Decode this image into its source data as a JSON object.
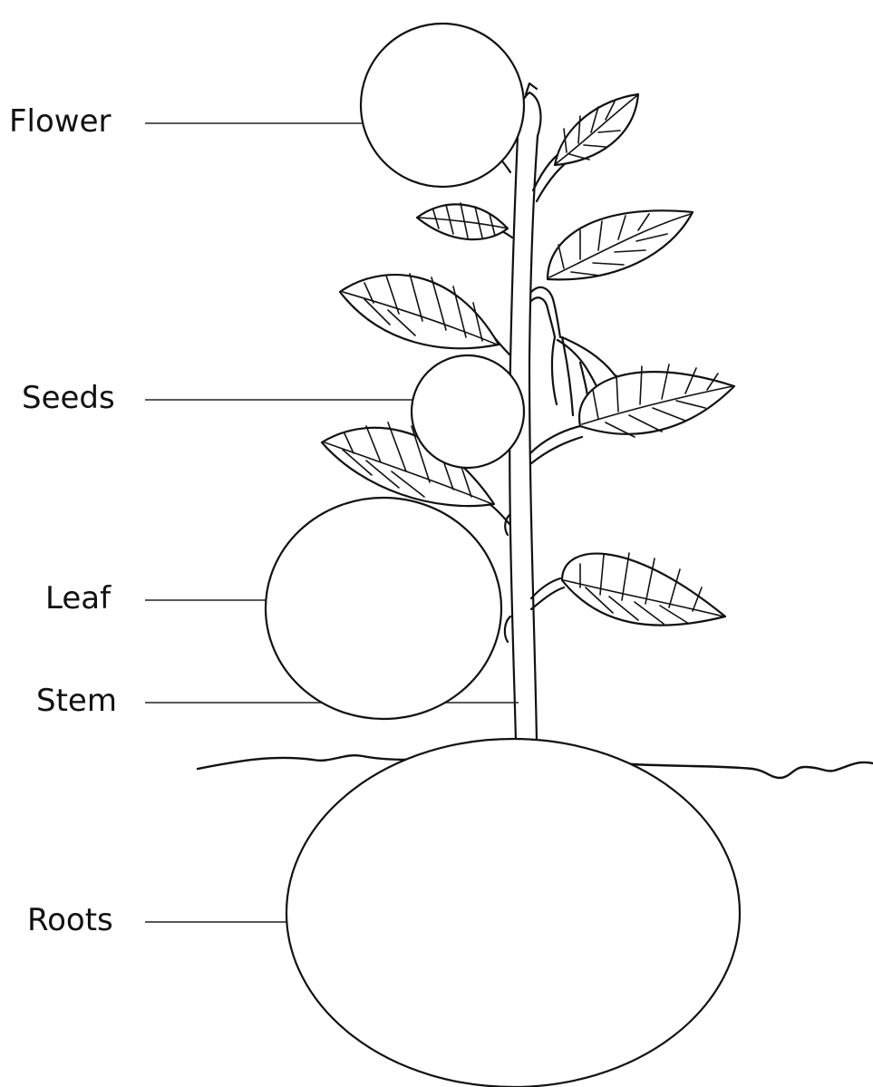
{
  "labels": {
    "flower": "Flower",
    "seeds": "Seeds",
    "leaf": "Leaf",
    "stem": "Stem",
    "roots": "Roots"
  },
  "colors": {
    "ink": "#111111",
    "background": "#ffffff"
  }
}
